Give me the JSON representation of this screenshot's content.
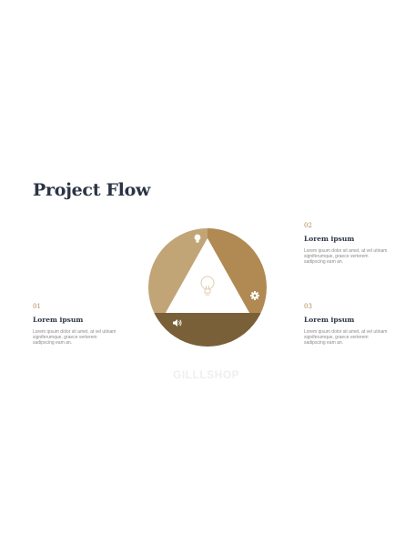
{
  "slide": {
    "title": "Project Flow",
    "watermark": "GILLLSHOP"
  },
  "diagram": {
    "segment_colors": [
      "#c2a577",
      "#b08a52",
      "#7a6038"
    ],
    "center_icon": "lightbulb-icon",
    "segment_icons": [
      "lightbulb-icon",
      "gear-icon",
      "speaker-icon"
    ]
  },
  "steps": [
    {
      "number": "01",
      "heading": "Lorem ipsum",
      "body": "Lorem ipsum dolor sit amet, at vel utinam signiferumque, graece verterem sadipscing eam an."
    },
    {
      "number": "02",
      "heading": "Lorem ipsum",
      "body": "Lorem ipsum dolor sit amet, at vel utinam signiferumque, graece verterem sadipscing eam an."
    },
    {
      "number": "03",
      "heading": "Lorem ipsum",
      "body": "Lorem ipsum dolor sit amet, at vel utinam signiferumque, graece verterem sadipscing eam an."
    }
  ]
}
